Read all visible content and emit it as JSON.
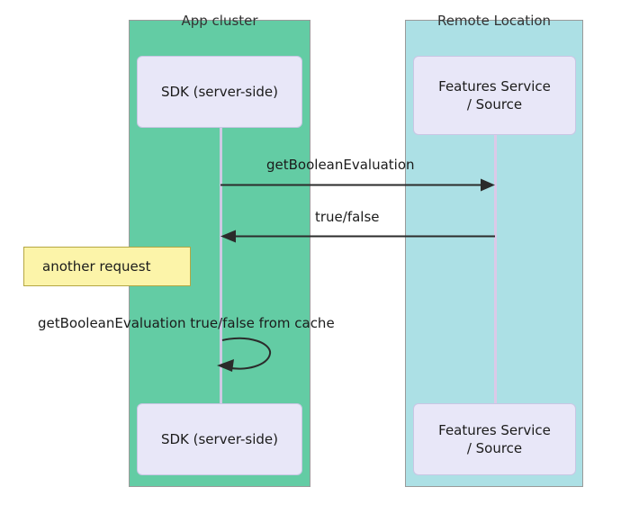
{
  "diagram": {
    "type": "uml-sequence-diagram",
    "colors": {
      "group_app_fill": "#63cca4",
      "group_remote_fill": "#ace0e5",
      "participant_fill": "#e8e7f8",
      "note_fill": "#fcf4a9",
      "note_border": "#b5a642",
      "arrow_stroke": "#2b2b2b",
      "lifeline_left": "#cfc9e4",
      "lifeline_right": "#dcc9e8"
    },
    "groups": [
      {
        "id": "app-cluster",
        "label": "App cluster"
      },
      {
        "id": "remote-location",
        "label": "Remote Location"
      }
    ],
    "participants": [
      {
        "id": "sdk-top",
        "label": "SDK (server-side)"
      },
      {
        "id": "features-top",
        "label": "Features Service\n/ Source",
        "line1": "Features Service",
        "line2": "/ Source"
      },
      {
        "id": "sdk-bottom",
        "label": "SDK (server-side)"
      },
      {
        "id": "features-bottom",
        "label": "Features Service\n/ Source",
        "line1": "Features Service",
        "line2": "/ Source"
      }
    ],
    "messages": [
      {
        "id": "msg-request",
        "label": "getBooleanEvaluation",
        "direction": "right",
        "style": "solid"
      },
      {
        "id": "msg-response",
        "label": "true/false",
        "direction": "left",
        "style": "solid"
      },
      {
        "id": "msg-self",
        "label": "getBooleanEvaluation true/false from cache",
        "direction": "self",
        "style": "solid"
      }
    ],
    "notes": [
      {
        "id": "note-another-request",
        "label": "another request"
      }
    ]
  }
}
